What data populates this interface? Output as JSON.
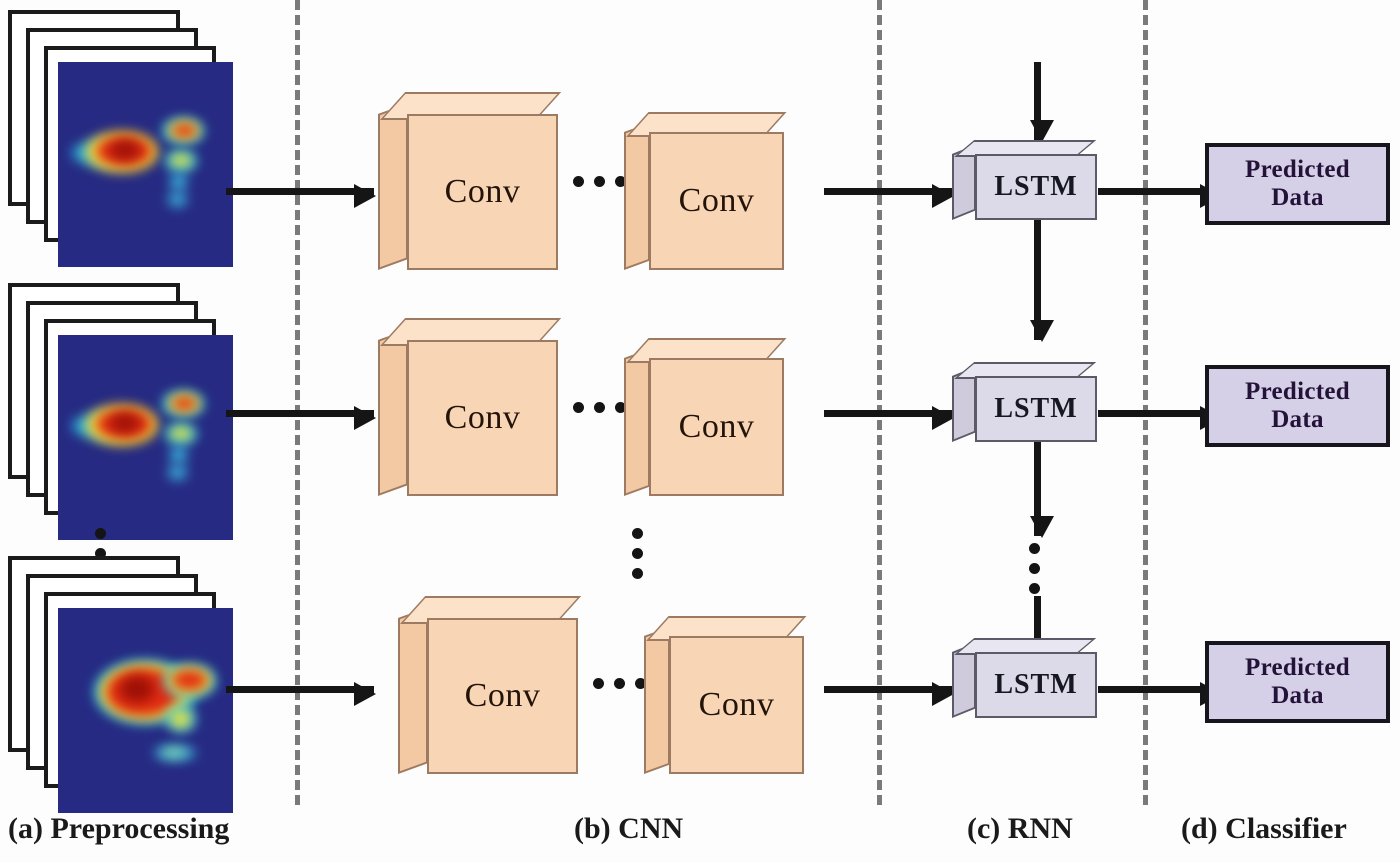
{
  "figure": {
    "title": "CNN-LSTM pipeline architecture",
    "colors": {
      "conv_face": "#f8d6b5",
      "conv_top": "#fbe2c9",
      "conv_side": "#f3c9a3",
      "conv_edge": "#9d7b63",
      "lstm_face": "#dcd9e8",
      "lstm_top": "#e8e6f1",
      "lstm_side": "#cfcbdd",
      "lstm_edge": "#5b5a66",
      "predicted_fill": "#d6cfe8",
      "predicted_border": "#16161c",
      "heatmap_bg": "#262a82",
      "divider": "#7a7a7a",
      "arrow": "#151515",
      "card_border": "#1b1b1b"
    }
  },
  "stages": [
    {
      "id": "a",
      "caption": "(a) Preprocessing"
    },
    {
      "id": "b",
      "caption": "(b) CNN"
    },
    {
      "id": "c",
      "caption": "(c) RNN"
    },
    {
      "id": "d",
      "caption": "(d) Classifier"
    }
  ],
  "rows": [
    {
      "index": 1,
      "input": {
        "name": "spectrogram-stack-1",
        "layers": 4,
        "description": "stacked spectrogram heatmap images"
      },
      "cnn": {
        "first_label": "Conv",
        "ellipsis": "...",
        "last_label": "Conv"
      },
      "rnn": {
        "label": "LSTM"
      },
      "classifier": {
        "line1": "Predicted",
        "line2": "Data"
      }
    },
    {
      "index": 2,
      "input": {
        "name": "spectrogram-stack-2",
        "layers": 4,
        "description": "stacked spectrogram heatmap images"
      },
      "cnn": {
        "first_label": "Conv",
        "ellipsis": "...",
        "last_label": "Conv"
      },
      "rnn": {
        "label": "LSTM"
      },
      "classifier": {
        "line1": "Predicted",
        "line2": "Data"
      }
    },
    {
      "index": 3,
      "input": {
        "name": "spectrogram-stack-3",
        "layers": 4,
        "description": "stacked spectrogram heatmap images"
      },
      "cnn": {
        "first_label": "Conv",
        "ellipsis": "...",
        "last_label": "Conv"
      },
      "rnn": {
        "label": "LSTM"
      },
      "classifier": {
        "line1": "Predicted",
        "line2": "Data"
      }
    }
  ],
  "ellipses": {
    "input_column_vertical": "⋮",
    "cnn_column_vertical": "⋮",
    "rnn_chain_vertical": "⋮"
  }
}
